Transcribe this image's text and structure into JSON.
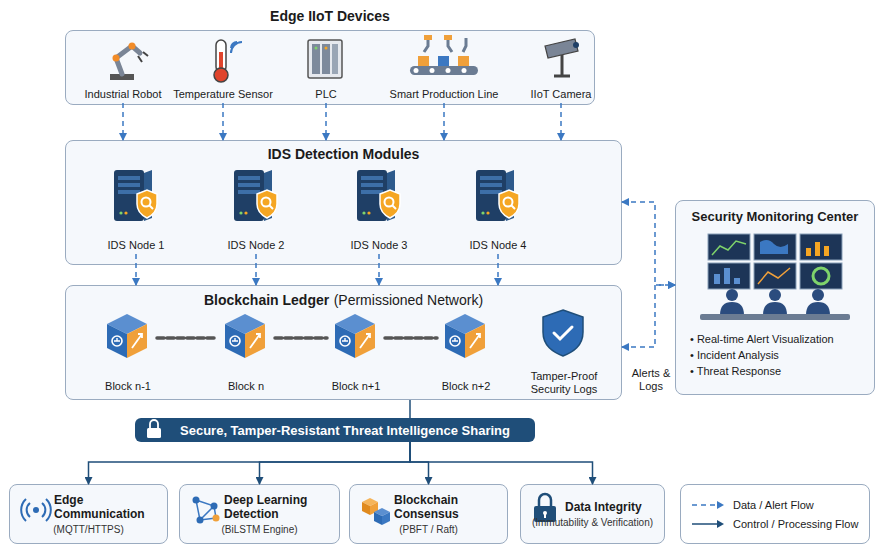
{
  "diagram": {
    "nodes": [
      {
        "text": [
          "Edge IIoT Devices"
        ]
      },
      {
        "text": [
          "Industrial Robot"
        ],
        "in": 0
      },
      {
        "text": [
          "Temperature Sensor"
        ],
        "in": 0
      },
      {
        "text": [
          "PLC"
        ],
        "in": 0
      },
      {
        "text": [
          "Smart Production Line"
        ],
        "in": 0
      },
      {
        "text": [
          "IIoT Camera"
        ],
        "in": 0
      },
      {
        "text": [
          "IDS Detection Modules"
        ]
      },
      {
        "text": [
          "IDS Node 1"
        ],
        "in": 6
      },
      {
        "text": [
          "IDS Node 2"
        ],
        "in": 6
      },
      {
        "text": [
          "IDS Node 3"
        ],
        "in": 6
      },
      {
        "text": [
          "IDS Node 4"
        ],
        "in": 6
      },
      {
        "text": [
          "Blockchain Ledger",
          "(Permissioned Network)"
        ]
      },
      {
        "text": [
          "Block n-1"
        ],
        "in": 11
      },
      {
        "text": [
          "Block n"
        ],
        "in": 11
      },
      {
        "text": [
          "Block n+1"
        ],
        "in": 11
      },
      {
        "text": [
          "Block n+2"
        ],
        "in": 11
      },
      {
        "text": [
          "Tamper-Proof Security Logs"
        ],
        "in": 11
      },
      {
        "text": [
          "Security Monitoring Center",
          "• Real-time Alert Visualization",
          "• Incident Analysis",
          "• Threat Response"
        ]
      },
      {
        "text": [
          "Secure, Tamper-Resistant Threat Intelligence Sharing"
        ]
      },
      {
        "text": [
          "Edge Communication",
          "(MQTT/HTTPS)"
        ]
      },
      {
        "text": [
          "Deep Learning Detection",
          "(BiLSTM Engine)"
        ]
      },
      {
        "text": [
          "Blockchain Consensus",
          "(PBFT / Raft)"
        ]
      },
      {
        "text": [
          "Data Integrity",
          "(Immutability & Verification)"
        ]
      }
    ],
    "edges": [
      {
        "from": 1,
        "to": 6,
        "arrow": "to"
      },
      {
        "from": 2,
        "to": 6,
        "arrow": "to"
      },
      {
        "from": 3,
        "to": 6,
        "arrow": "to"
      },
      {
        "from": 4,
        "to": 6,
        "arrow": "to"
      },
      {
        "from": 5,
        "to": 6,
        "arrow": "to"
      },
      {
        "from": 7,
        "to": 11,
        "arrow": "to"
      },
      {
        "from": 8,
        "to": 11,
        "arrow": "to"
      },
      {
        "from": 9,
        "to": 11,
        "arrow": "to"
      },
      {
        "from": 10,
        "to": 11,
        "arrow": "to"
      },
      {
        "from": 12,
        "to": 13,
        "arrow": "none"
      },
      {
        "from": 13,
        "to": 14,
        "arrow": "none"
      },
      {
        "from": 14,
        "to": 15,
        "arrow": "none"
      },
      {
        "from": 6,
        "to": 17,
        "arrow": "both"
      },
      {
        "from": 11,
        "to": 17,
        "arrow": "both",
        "label": "Alerts & Logs"
      },
      {
        "from": 11,
        "to": 18,
        "arrow": "none"
      },
      {
        "from": 18,
        "to": 19,
        "arrow": "to"
      },
      {
        "from": 18,
        "to": 20,
        "arrow": "to"
      },
      {
        "from": 18,
        "to": 21,
        "arrow": "to"
      },
      {
        "from": 18,
        "to": 22,
        "arrow": "to"
      }
    ],
    "legend": [
      {
        "text": "Data / Alert Flow"
      },
      {
        "text": "Control / Processing Flow"
      }
    ]
  }
}
